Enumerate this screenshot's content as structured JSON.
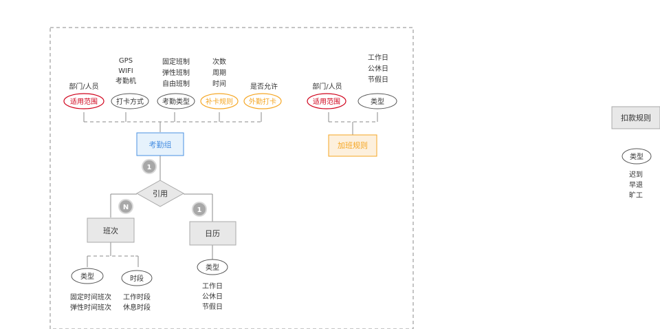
{
  "colors": {
    "red": "#d0021b",
    "orange": "#f5a623",
    "blue": "#4a90e2",
    "box_fill": "#e8e8e8",
    "box_stroke": "#a8a8a8",
    "badge_fill": "#a8a8a8",
    "dashed": "#8a8a8a"
  },
  "attendance_group": {
    "label": "考勤组",
    "scope": {
      "label": "适用范围",
      "caption": "部门/人员"
    },
    "clock_method": {
      "label": "打卡方式",
      "options": [
        "GPS",
        "WIFI",
        "考勤机"
      ]
    },
    "attendance_type": {
      "label": "考勤类型",
      "options": [
        "固定班制",
        "弹性班制",
        "自由班制"
      ]
    },
    "makeup_rule": {
      "label": "补卡规则",
      "options": [
        "次数",
        "周期",
        "时间"
      ]
    },
    "outside_clock": {
      "label": "外勤打卡",
      "caption": "是否允许"
    }
  },
  "overtime_rule": {
    "label": "加班规则",
    "scope": {
      "label": "适用范围",
      "caption": "部门/人员"
    },
    "type": {
      "label": "类型",
      "options": [
        "工作日",
        "公休日",
        "节假日"
      ]
    }
  },
  "reference": {
    "label": "引用",
    "badge_group": "1",
    "badge_shift": "N",
    "badge_calendar": "1"
  },
  "shift": {
    "label": "班次",
    "type": {
      "label": "类型",
      "options": [
        "固定时间班次",
        "弹性时间班次"
      ]
    },
    "period": {
      "label": "时段",
      "options": [
        "工作时段",
        "休息时段"
      ]
    }
  },
  "calendar": {
    "label": "日历",
    "type": {
      "label": "类型",
      "options": [
        "工作日",
        "公休日",
        "节假日"
      ]
    }
  },
  "deduction_rule": {
    "label": "扣款规则",
    "type": {
      "label": "类型",
      "options": [
        "迟到",
        "早退",
        "旷工"
      ]
    }
  }
}
